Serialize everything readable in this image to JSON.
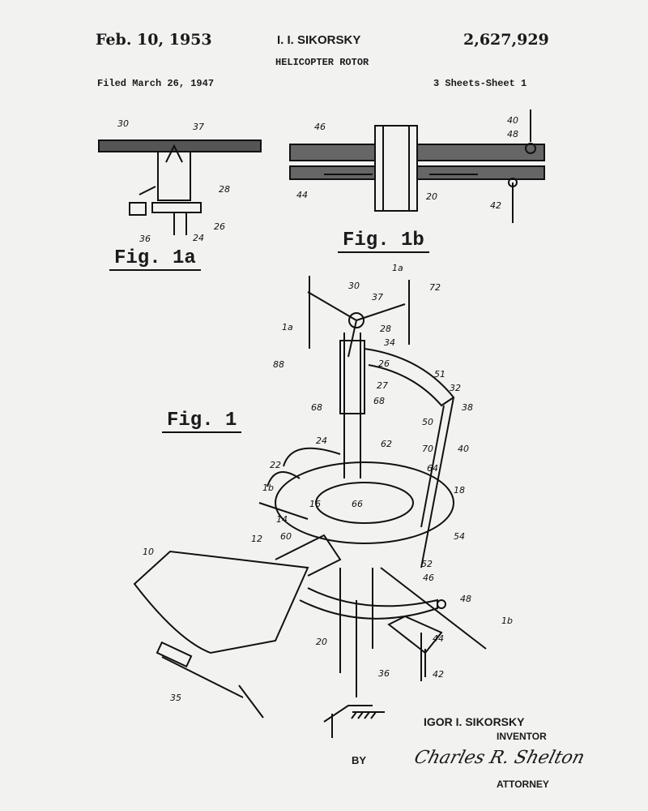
{
  "header": {
    "date": "Feb. 10, 1953",
    "inventor_short": "I. I. SIKORSKY",
    "patent_number": "2,627,929",
    "title": "HELICOPTER ROTOR",
    "filed": "Filed March 26, 1947",
    "sheets": "3 Sheets-Sheet 1"
  },
  "figures": {
    "fig1a": "Fig. 1a",
    "fig1b": "Fig. 1b",
    "fig1": "Fig. 1"
  },
  "labels": [
    "30",
    "37",
    "28",
    "26",
    "24",
    "36",
    "46",
    "40",
    "48",
    "44",
    "20",
    "42",
    "1a",
    "30",
    "37",
    "72",
    "1a",
    "28",
    "34",
    "88",
    "26",
    "51",
    "32",
    "38",
    "27",
    "68",
    "68",
    "50",
    "40",
    "24",
    "62",
    "70",
    "22",
    "64",
    "18",
    "1b",
    "16",
    "66",
    "14",
    "60",
    "12",
    "54",
    "10",
    "52",
    "46",
    "48",
    "1b",
    "20",
    "44",
    "36",
    "42",
    "35"
  ],
  "footer": {
    "inventor": "IGOR I. SIKORSKY",
    "inventor_role": "INVENTOR",
    "by": "BY",
    "signature": "Charles R. Shelton",
    "attorney": "ATTORNEY"
  },
  "colors": {
    "paper": "#f2f2f1",
    "ink": "#1a1a1a"
  }
}
